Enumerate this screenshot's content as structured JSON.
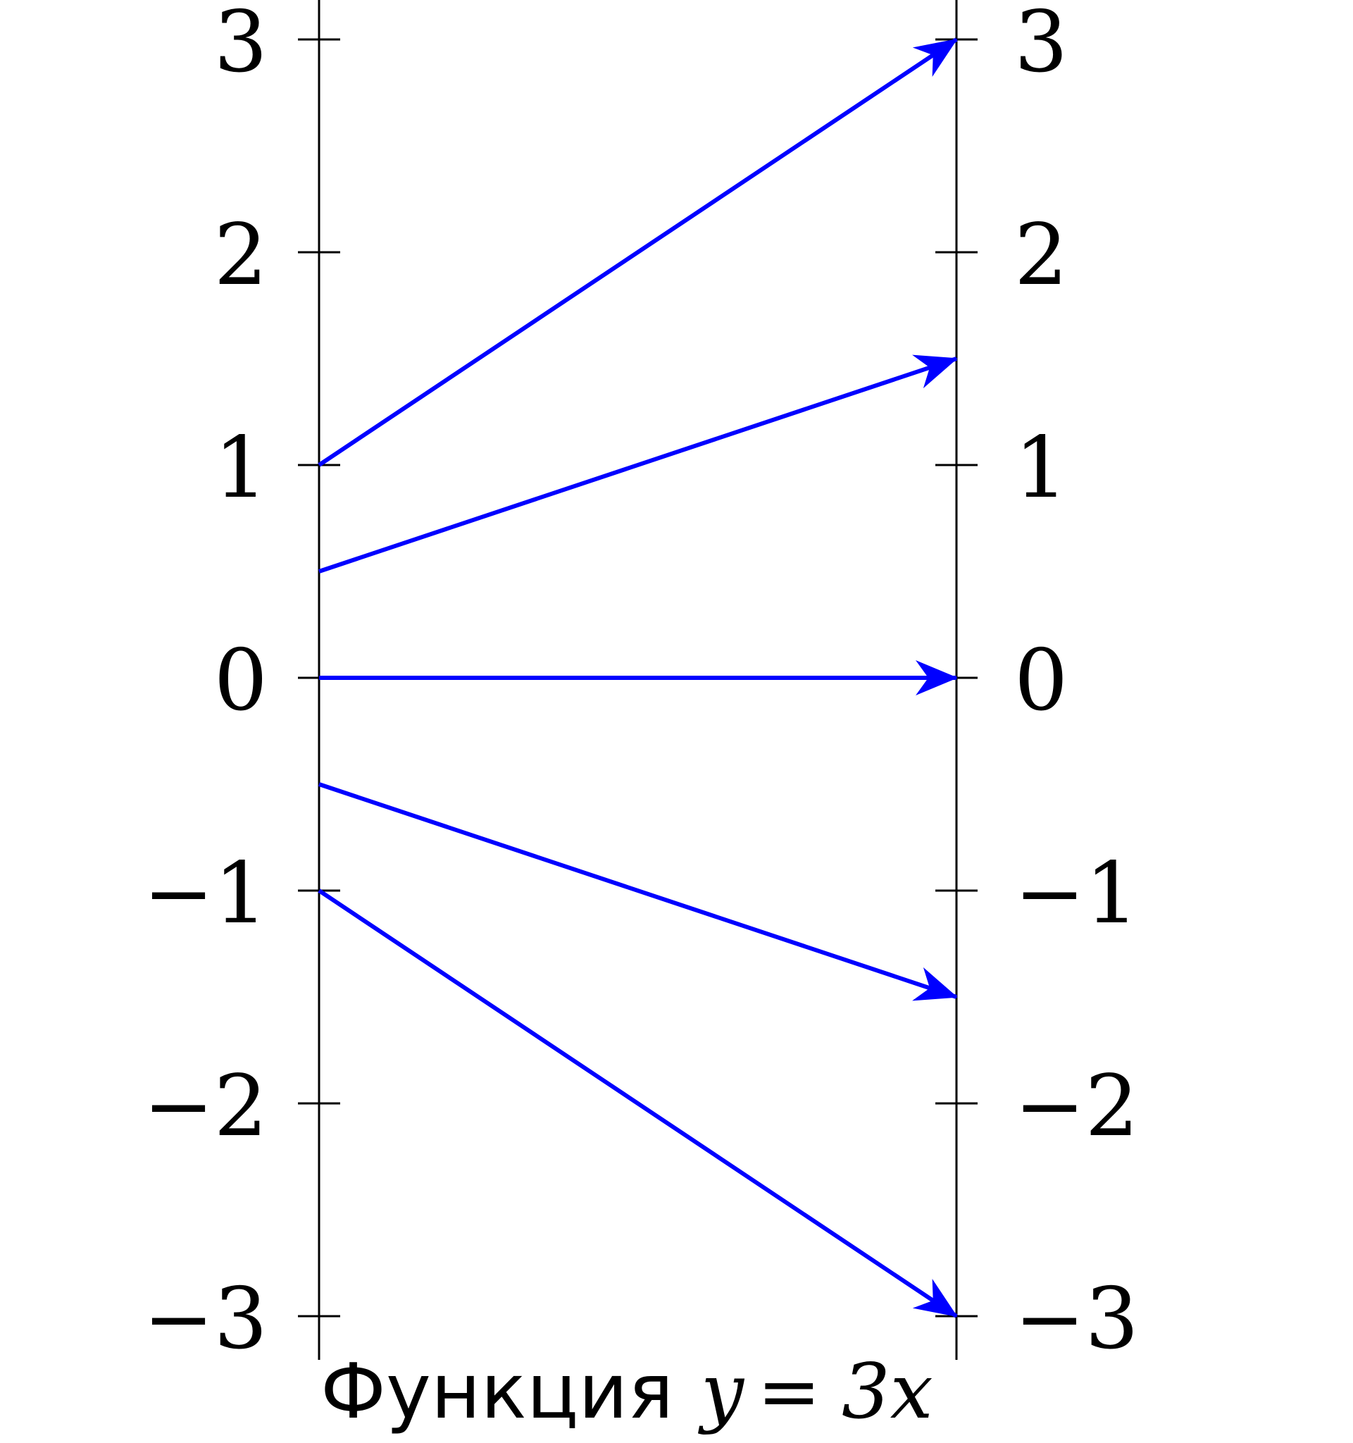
{
  "diagram": {
    "caption": {
      "word": "Функция",
      "lhs": "y",
      "eq": "=",
      "rhs": "3x"
    },
    "left_axis": {
      "ticks": [
        "3",
        "2",
        "1",
        "0",
        "−1",
        "−2",
        "−3"
      ]
    },
    "right_axis": {
      "ticks": [
        "3",
        "2",
        "1",
        "0",
        "−1",
        "−2",
        "−3"
      ]
    },
    "mappings": [
      {
        "from": 1,
        "to": 3
      },
      {
        "from": 0.5,
        "to": 1.5
      },
      {
        "from": 0,
        "to": 0
      },
      {
        "from": -0.5,
        "to": -1.5
      },
      {
        "from": -1,
        "to": -3
      }
    ],
    "colors": {
      "arrow": "#0000ff",
      "arrow_tip_accent": "#ff0000",
      "axis": "#000000"
    }
  }
}
